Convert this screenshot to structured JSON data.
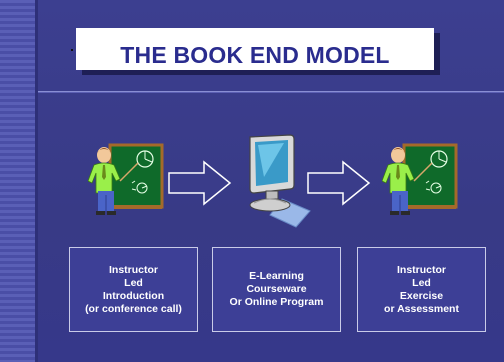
{
  "title": "THE BOOK END MODEL",
  "steps": [
    {
      "lines": [
        "Instructor",
        "Led",
        "Introduction",
        "(or conference call)"
      ]
    },
    {
      "lines": [
        "E-Learning",
        "Courseware",
        "Or Online Program"
      ]
    },
    {
      "lines": [
        "Instructor",
        "Led",
        "Exercise",
        "or Assessment"
      ]
    }
  ],
  "icons": [
    "instructor-clipart-icon",
    "computer-monitor-icon",
    "right-arrow-icon"
  ],
  "colors": {
    "background": "#3a3c8a",
    "title_text": "#2a2c8e",
    "box_border": "#c9cbe8"
  }
}
